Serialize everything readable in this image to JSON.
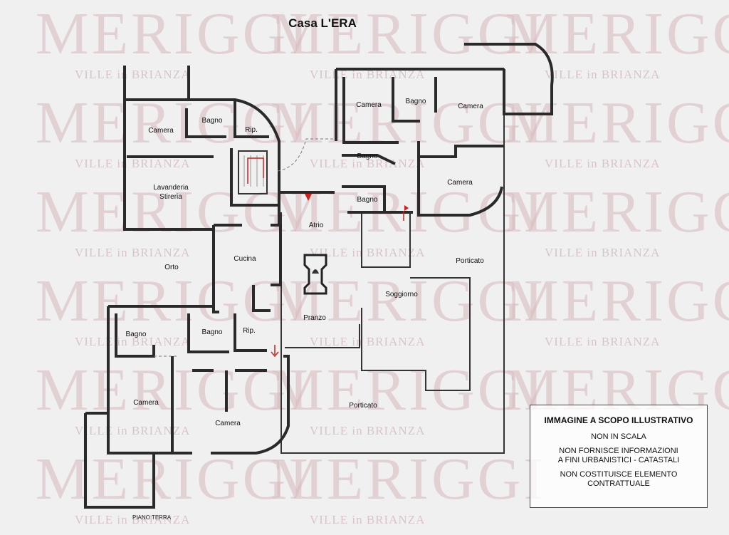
{
  "title": "Casa L'ERA",
  "floor_label": "PIANO TERRA",
  "watermark": {
    "brand": "MERIGGI",
    "tagline": "VILLE in BRIANZA"
  },
  "rooms": {
    "camera_nw": "Camera",
    "bagno_nw": "Bagno",
    "rip_nw": "Rip.",
    "lavanderia_1": "Lavanderia",
    "lavanderia_2": "Stireria",
    "orto": "Orto",
    "cucina": "Cucina",
    "atrio": "Atrio",
    "pranzo": "Pranzo",
    "soggiorno": "Soggiorno",
    "camera_ne1": "Camera",
    "bagno_ne1": "Bagno",
    "camera_ne2": "Camera",
    "bagno_ne2": "Bagno",
    "bagno_ne3": "Bagno",
    "camera_ne3": "Camera",
    "porticato_e": "Porticato",
    "bagno_sw1": "Bagno",
    "bagno_sw2": "Bagno",
    "rip_sw": "Rip.",
    "camera_sw1": "Camera",
    "camera_sw2": "Camera",
    "porticato_s": "Porticato"
  },
  "notice": {
    "title": "IMMAGINE A SCOPO ILLUSTRATIVO",
    "line1": "NON IN SCALA",
    "line2a": "NON FORNISCE INFORMAZIONI",
    "line2b": "A FINI URBANISTICI - CATASTALI",
    "line3a": "NON COSTITUISCE ELEMENTO",
    "line3b": "CONTRATTUALE"
  },
  "colors": {
    "watermark": "#d6b8bc",
    "wall": "#2a2a2a",
    "arrow": "#d0211c"
  }
}
